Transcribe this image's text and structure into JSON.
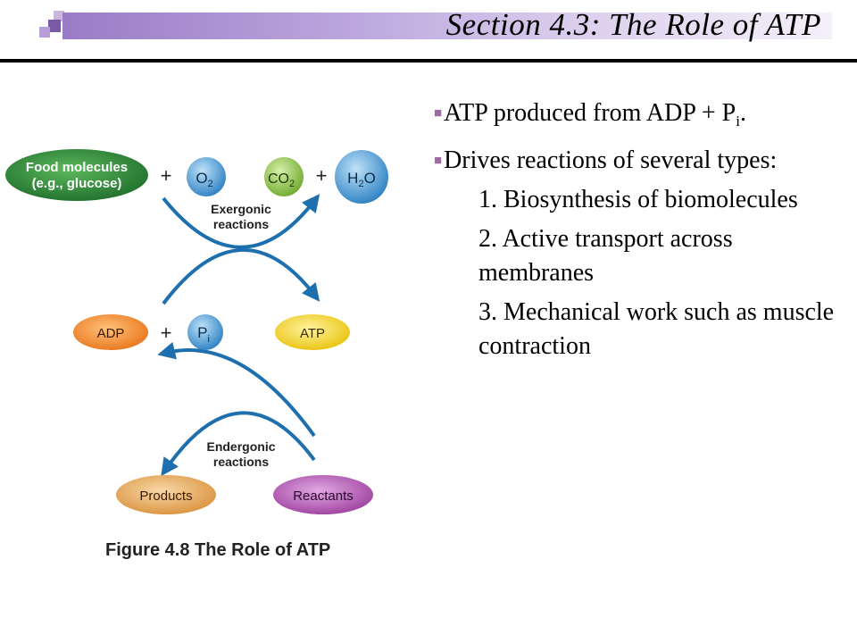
{
  "title": "Section 4.3: The Role of ATP",
  "bullets": {
    "first_text": "ATP produced from ADP + P",
    "first_sub": "i",
    "first_end": ".",
    "second": "Drives reactions of several types:",
    "items": [
      "1. Biosynthesis of biomolecules",
      "2. Active transport across membranes",
      "3. Mechanical work such as muscle contraction"
    ]
  },
  "diagram": {
    "food_line1": "Food molecules",
    "food_line2": "(e.g., glucose)",
    "plus": "+",
    "o2": "O",
    "o2_sub": "2",
    "co2": "CO",
    "co2_sub": "2",
    "h2o_h": "H",
    "h2o_sub": "2",
    "h2o_o": "O",
    "exergonic_line1": "Exergonic",
    "exergonic_line2": "reactions",
    "adp": "ADP",
    "pi": "P",
    "pi_sub": "i",
    "atp": "ATP",
    "endergonic_line1": "Endergonic",
    "endergonic_line2": "reactions",
    "products": "Products",
    "reactants": "Reactants"
  },
  "caption": "Figure 4.8 The Role of ATP",
  "colors": {
    "title_band_start": "#9a7cc6",
    "bullet_symbol": "#a26aa4",
    "arrow": "#1d6fae",
    "food": "#2e8b3f",
    "adp": "#f28c28",
    "atp": "#f3d21b",
    "products": "#e9ad5c",
    "reactants": "#b45cb7",
    "blue_circle": "#3b8ed0",
    "green_circle": "#8cc63f"
  }
}
